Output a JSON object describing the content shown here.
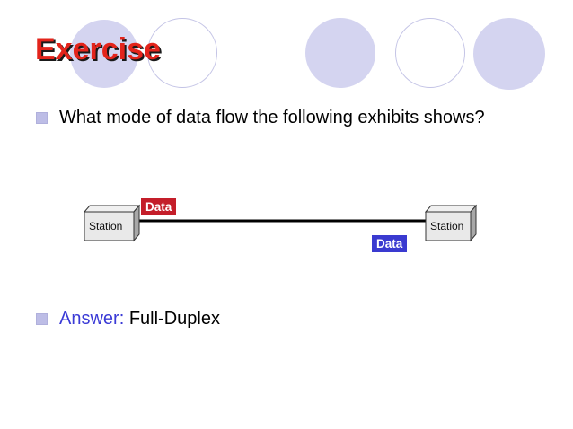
{
  "slide": {
    "title": "Exercise",
    "question": "What mode of data flow the following exhibits shows?",
    "answer_label": "Answer:",
    "answer_value": "Full-Duplex"
  },
  "diagram": {
    "left_station": "Station",
    "right_station": "Station",
    "data_tag_top": "Data",
    "data_tag_bottom": "Data"
  },
  "colors": {
    "title": "#e3241b",
    "answer_label": "#3b3bd6",
    "tag_red": "#c41e2a",
    "tag_blue": "#3a3ad0",
    "circle_fill": "#d4d4f0"
  }
}
